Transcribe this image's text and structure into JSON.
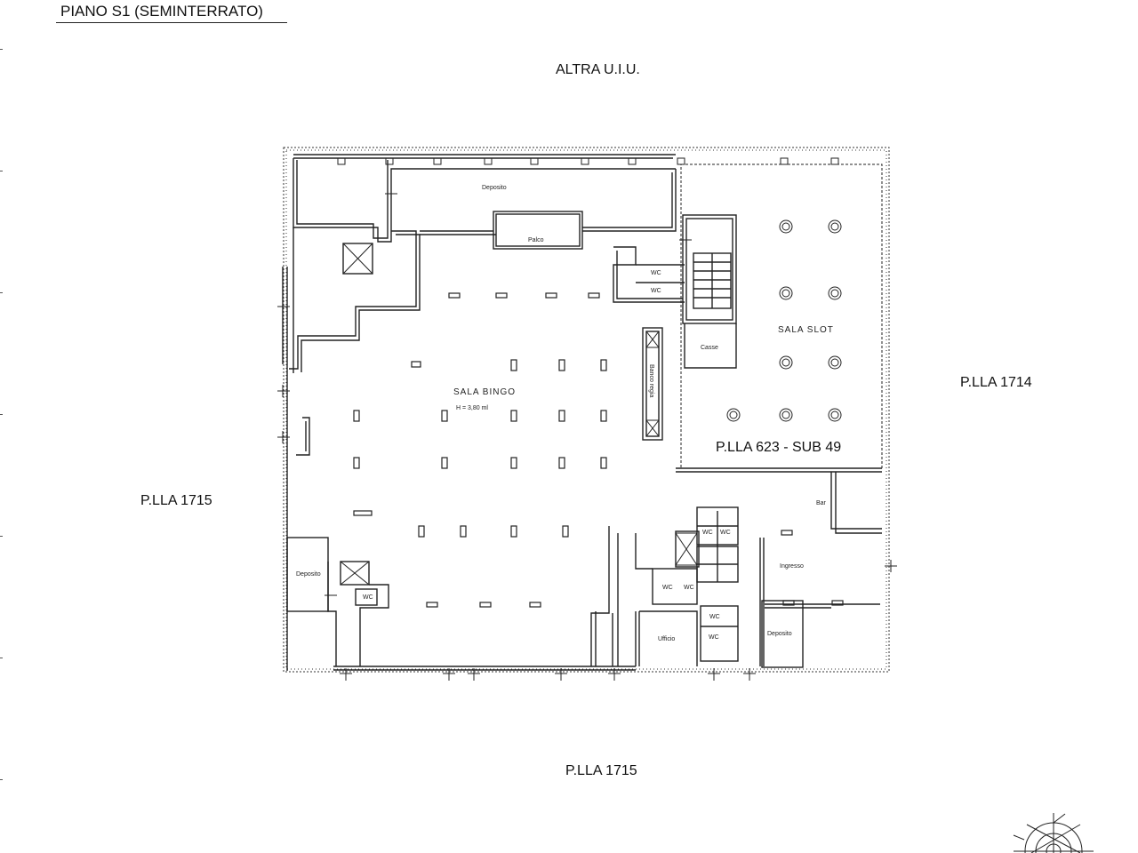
{
  "title": "PIANO S1 (SEMINTERRATO)",
  "neighbors": {
    "top": "ALTRA U.I.U.",
    "right": "P.LLA 1714",
    "left": "P.LLA 1715",
    "bottom": "P.LLA 1715"
  },
  "unit_label": "P.LLA 623 - SUB 49",
  "rooms": {
    "deposito_top": "Deposito",
    "palco": "Palco",
    "wc_1": "WC",
    "wc_2": "WC",
    "sala_slot": "SALA SLOT",
    "cassa": "Casse",
    "banco_regia": "Banco regia",
    "sala_bingo": "SALA BINGO",
    "altezza": "H = 3,80 ml",
    "deposito_left": "Deposito",
    "wc_left": "WC",
    "bar": "Bar",
    "ingresso": "Ingresso",
    "ufficio": "Ufficio",
    "deposito_bottom": "Deposito",
    "wc_a": "WC",
    "wc_b": "WC",
    "wc_c": "WC",
    "wc_d": "WC",
    "wc_e": "WC",
    "wc_f": "WC"
  },
  "icons": [
    "compass-rose-icon"
  ]
}
